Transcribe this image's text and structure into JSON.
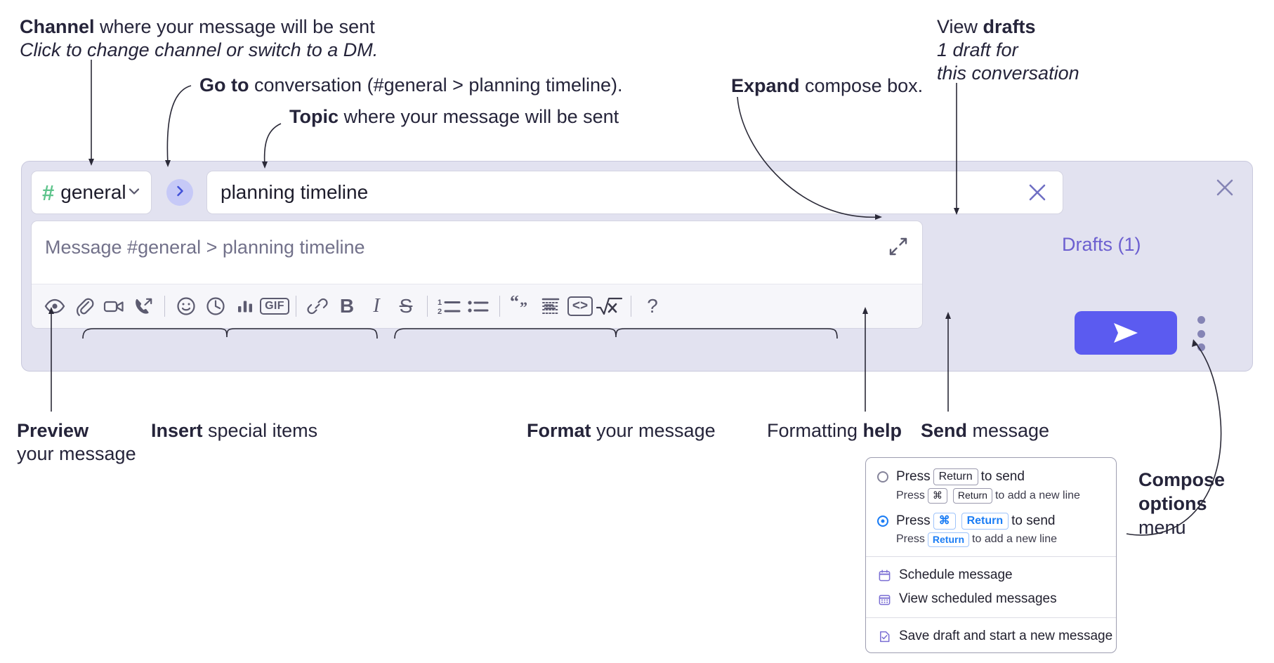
{
  "annotations": {
    "channel": {
      "bold": "Channel",
      "rest": " where your message will be sent",
      "italic": "Click to change channel or switch to a DM."
    },
    "goto": {
      "bold": "Go to",
      "rest": " conversation (#general > planning timeline)."
    },
    "topic": {
      "bold": "Topic",
      "rest": " where your message will be sent"
    },
    "expand": {
      "bold": "Expand",
      "rest": " compose box."
    },
    "drafts": {
      "plain": "View ",
      "bold": "drafts",
      "italic1": "1 draft for",
      "italic2": "this conversation"
    },
    "preview": {
      "bold": "Preview",
      "rest": "your message"
    },
    "insert": {
      "bold": "Insert",
      "rest": " special items"
    },
    "format": {
      "bold": "Format",
      "rest": " your message"
    },
    "help": {
      "plain": "Formatting ",
      "bold": "help"
    },
    "send": {
      "bold": "Send",
      "rest": " message"
    },
    "compose_options": {
      "bold1": "Compose",
      "bold2": "options",
      "rest": "menu"
    }
  },
  "compose": {
    "channel_name": "general",
    "hash_symbol": "#",
    "topic_value": "planning timeline",
    "message_placeholder": "Message #general > planning timeline",
    "drafts_label": "Drafts (1)",
    "gif_label": "GIF",
    "code_label": "<>",
    "bold_label": "B",
    "italic_label": "I",
    "strike_label": "S",
    "help_label": "?"
  },
  "toolbar_icons": [
    {
      "name": "preview-icon",
      "title": "Preview"
    },
    {
      "name": "attachment-icon",
      "title": "Attach file"
    },
    {
      "name": "video-clip-icon",
      "title": "Record video clip"
    },
    {
      "name": "audio-clip-icon",
      "title": "Record audio clip"
    },
    {
      "name": "emoji-icon",
      "title": "Emoji"
    },
    {
      "name": "clock-icon",
      "title": "Reminder"
    },
    {
      "name": "poll-icon",
      "title": "Poll"
    },
    {
      "name": "gif-icon",
      "title": "GIF"
    },
    {
      "name": "link-icon",
      "title": "Link"
    },
    {
      "name": "bold-icon",
      "title": "Bold"
    },
    {
      "name": "italic-icon",
      "title": "Italic"
    },
    {
      "name": "strikethrough-icon",
      "title": "Strikethrough"
    },
    {
      "name": "ordered-list-icon",
      "title": "Ordered list"
    },
    {
      "name": "bulleted-list-icon",
      "title": "Bulleted list"
    },
    {
      "name": "blockquote-icon",
      "title": "Blockquote"
    },
    {
      "name": "code-block-icon",
      "title": "Code block"
    },
    {
      "name": "code-snippet-icon",
      "title": "Code"
    },
    {
      "name": "math-icon",
      "title": "Math"
    },
    {
      "name": "help-icon",
      "title": "Formatting help"
    }
  ],
  "options_menu": {
    "option1": {
      "press": "Press",
      "key": "Return",
      "tail": "to send",
      "sub_press": "Press",
      "sub_key1": "⌘",
      "sub_key2": "Return",
      "sub_tail": "to add a new line",
      "selected": false
    },
    "option2": {
      "press": "Press",
      "key1": "⌘",
      "key2": "Return",
      "tail": "to send",
      "sub_press": "Press",
      "sub_key": "Return",
      "sub_tail": "to add a new line",
      "selected": true
    },
    "items": [
      {
        "label": "Schedule message",
        "icon": "calendar-icon"
      },
      {
        "label": "View scheduled messages",
        "icon": "calendar-grid-icon"
      },
      {
        "label": "Save draft and start a new message",
        "icon": "save-draft-icon"
      }
    ]
  },
  "colors": {
    "panel_bg": "#e2e2f0",
    "send_button": "#5b5bf0",
    "hash_green": "#5fc48c",
    "accent_purple": "#6c5fd0",
    "radio_blue": "#1b7df5"
  }
}
